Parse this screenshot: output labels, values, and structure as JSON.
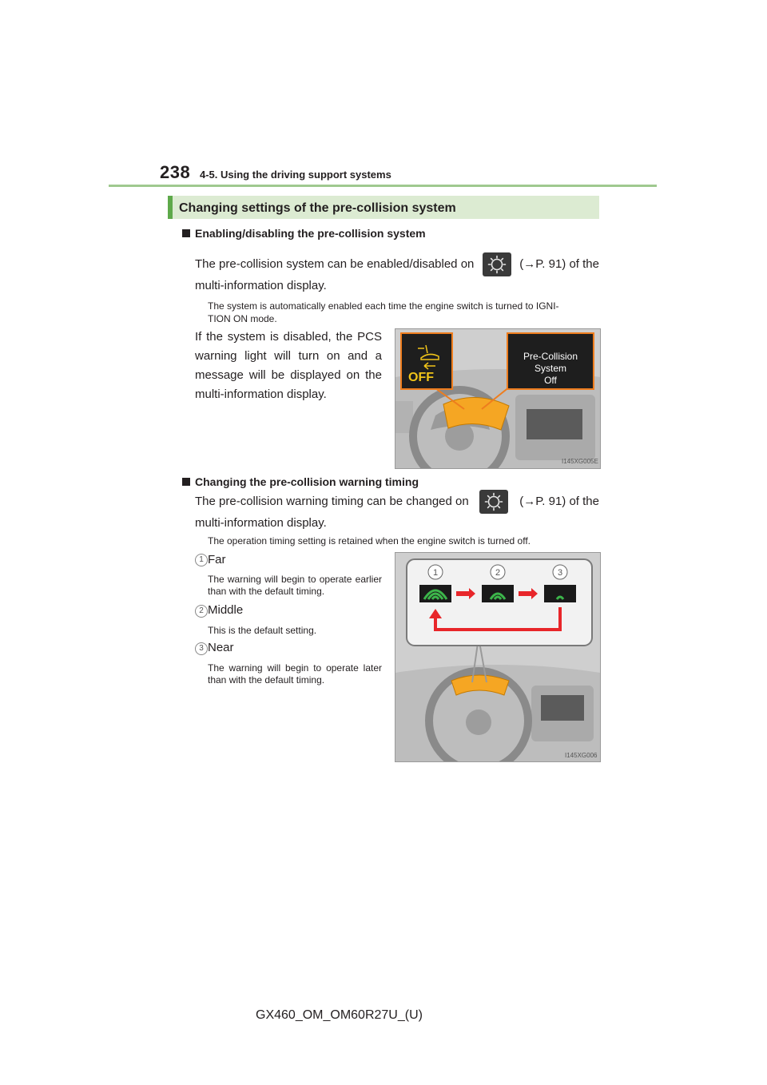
{
  "header": {
    "page_number": "238",
    "section_path": "4-5. Using the driving support systems"
  },
  "section": {
    "title": "Changing settings of the pre-collision system"
  },
  "enable": {
    "heading": "Enabling/disabling the pre-collision system",
    "text_before": "The pre-collision system can be enabled/disabled on",
    "text_ref": "(→P. 91) of the",
    "text_after": "multi-information display.",
    "note_line1": "The system is automatically enabled each time the engine switch is turned to IGNI-",
    "note_line2": "TION ON mode.",
    "disabled_text": "If the system is disabled, the PCS warning light will turn on and a message will be displayed on the multi-information display.",
    "indicator_label": "OFF",
    "display_line1": "Pre-Collision System",
    "display_line2": "Off",
    "figure_code": "I145XG005E"
  },
  "timing": {
    "heading": "Changing the pre-collision warning timing",
    "text_before": "The pre-collision warning timing can be changed on",
    "text_ref": "(→P. 91) of the",
    "text_after": "multi-information display.",
    "note": "The operation timing setting is retained when the engine switch is turned off.",
    "items": [
      {
        "number": "1",
        "title": "Far",
        "desc": "The warning will begin to operate earlier than with the default timing."
      },
      {
        "number": "2",
        "title": "Middle",
        "desc": "This is the default setting."
      },
      {
        "number": "3",
        "title": "Near",
        "desc": "The warning will begin to operate later than with the default timing."
      }
    ],
    "figure_code": "I145XG006"
  },
  "footer": {
    "doc_code": "GX460_OM_OM60R27U_(U)"
  },
  "icons": {
    "settings": "gear-icon",
    "bullet": "square-bullet-icon"
  },
  "colors": {
    "accent_green": "#5ea94a",
    "section_bg": "#dcebd2",
    "warning_orange": "#f5a623",
    "arrow_red": "#e8262a",
    "indicator_green": "#3cb54a"
  }
}
